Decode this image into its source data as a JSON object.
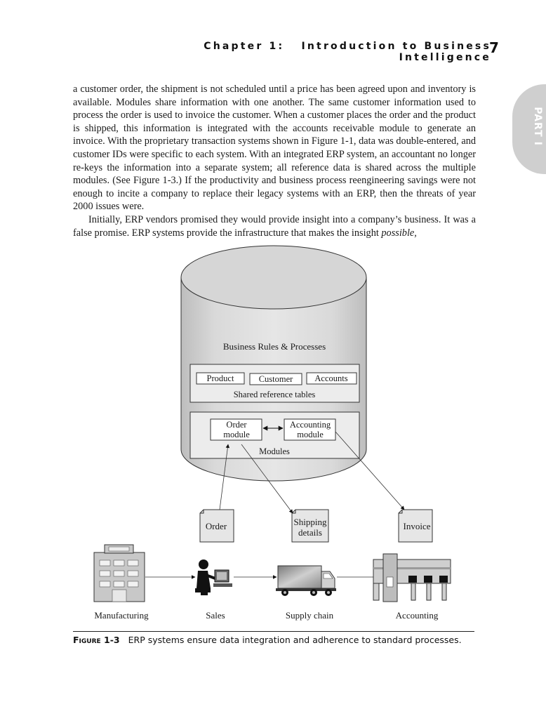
{
  "header": {
    "chapter": "Chapter 1:",
    "title": "Introduction to Business Intelligence",
    "page_number": "7"
  },
  "part_tab": "PART I",
  "body": {
    "paragraph1": "a customer order, the shipment is not scheduled until a price has been agreed upon and inventory is available. Modules share information with one another. The same customer information used to process the order is used to invoice the customer. When a customer places the order and the product is shipped, this information is integrated with the accounts receivable module to generate an invoice. With the proprietary transaction systems shown in Figure 1-1, data was double-entered, and customer IDs were specific to each system. With an integrated ERP system, an accountant no longer re-keys the information into a separate system; all reference data is shared across the multiple modules. (See Figure 1-3.) If the productivity and business process reengineering savings were not enough to incite a company to replace their legacy systems with an ERP, then the threats of year 2000 issues were.",
    "paragraph2_main": "Initially, ERP vendors promised they would provide insight into a company’s business. It was a false promise. ERP systems provide the infrastructure that makes the insight ",
    "paragraph2_italic": "possible,"
  },
  "figure": {
    "cylinder_title": "Business Rules & Processes",
    "reference_tables": {
      "items": [
        "Product",
        "Customer",
        "Accounts"
      ],
      "label": "Shared reference tables"
    },
    "modules": {
      "order_module": [
        "Order",
        "module"
      ],
      "accounting_module": [
        "Accounting",
        "module"
      ],
      "label": "Modules"
    },
    "documents": {
      "order": "Order",
      "shipping": [
        "Shipping",
        "details"
      ],
      "invoice": "Invoice"
    },
    "entities": [
      "Manufacturing",
      "Sales",
      "Supply chain",
      "Accounting"
    ]
  },
  "caption": {
    "label": "Figure 1-3",
    "text": "ERP systems ensure data integration and adherence to standard processes."
  }
}
